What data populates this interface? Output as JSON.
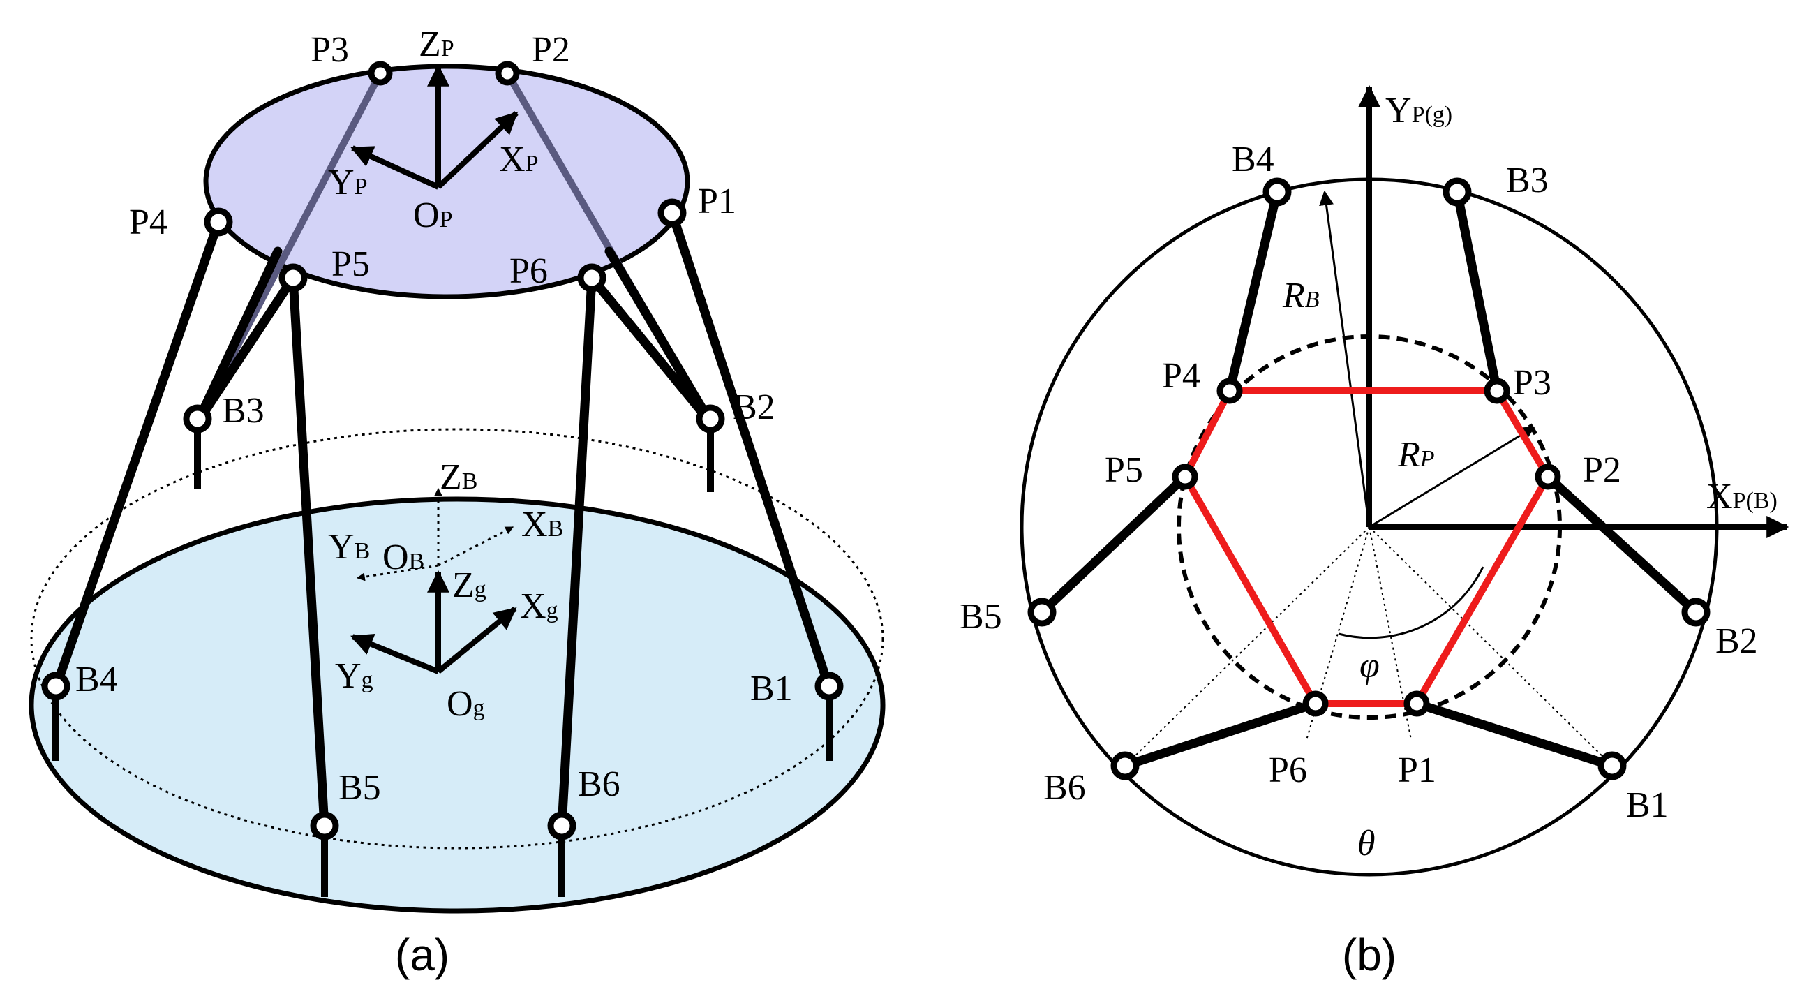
{
  "panel_a": {
    "caption": "(a)",
    "platform_joints": [
      "P1",
      "P2",
      "P3",
      "P4",
      "P5",
      "P6"
    ],
    "base_joints": [
      "B1",
      "B2",
      "B3",
      "B4",
      "B5",
      "B6"
    ],
    "platform_frame": {
      "x": "X",
      "x_sub": "P",
      "y": "Y",
      "y_sub": "P",
      "z": "Z",
      "z_sub": "P",
      "o": "O",
      "o_sub": "P"
    },
    "base_frame": {
      "x": "X",
      "x_sub": "B",
      "y": "Y",
      "y_sub": "B",
      "z": "Z",
      "z_sub": "B",
      "o": "O",
      "o_sub": "B"
    },
    "ground_frame": {
      "x": "X",
      "x_sub": "g",
      "y": "Y",
      "y_sub": "g",
      "z": "Z",
      "z_sub": "g",
      "o": "O",
      "o_sub": "g"
    },
    "colors": {
      "platform_fill": "#d3d3f7",
      "base_fill": "#d6ecf8",
      "platform_leg": "#5a5a80"
    }
  },
  "panel_b": {
    "caption": "(b)",
    "platform_joints": [
      "P1",
      "P2",
      "P3",
      "P4",
      "P5",
      "P6"
    ],
    "base_joints": [
      "B1",
      "B2",
      "B3",
      "B4",
      "B5",
      "B6"
    ],
    "axis_y": {
      "main": "Y",
      "sub": "P(g)"
    },
    "axis_x": {
      "main": "X",
      "sub": "P(B)"
    },
    "radius_base": {
      "main": "R",
      "sub": "B"
    },
    "radius_platform": {
      "main": "R",
      "sub": "P"
    },
    "angle_phi": "φ",
    "angle_theta": "θ",
    "colors": {
      "hexagon": "#ee1c1c"
    }
  }
}
